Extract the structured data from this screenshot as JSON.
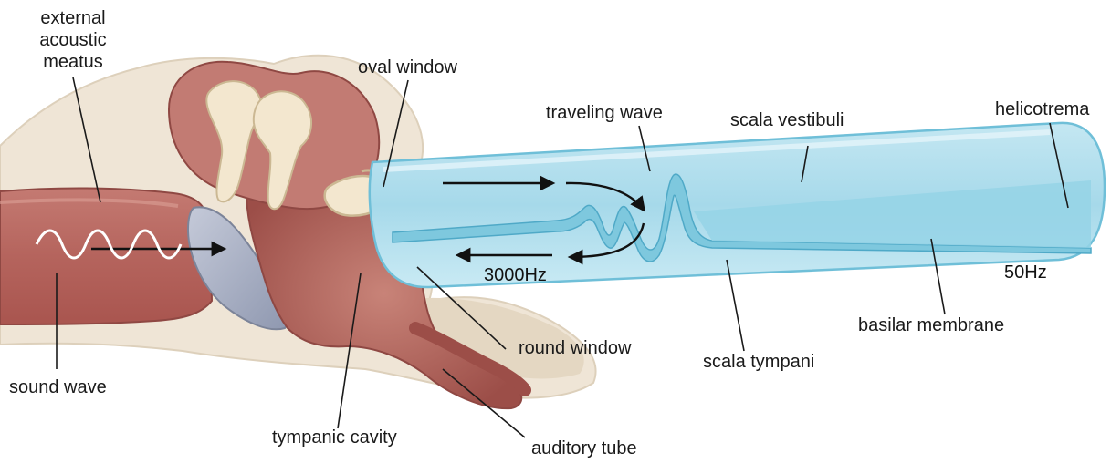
{
  "labels": {
    "external_acoustic_meatus": [
      "external",
      "acoustic",
      "meatus"
    ],
    "oval_window": "oval window",
    "traveling_wave": "traveling wave",
    "scala_vestibuli": "scala vestibuli",
    "helicotrema": "helicotrema",
    "freq_base": "3000Hz",
    "freq_apex": "50Hz",
    "round_window": "round window",
    "scala_tympani": "scala tympani",
    "basilar_membrane": "basilar membrane",
    "sound_wave": "sound wave",
    "tympanic_cavity": "tympanic cavity",
    "auditory_tube": "auditory tube"
  },
  "colors": {
    "bone": "#efe5d6",
    "bone_shadow": "#dccdb6",
    "tissue": "#b86a63",
    "tissue_dark": "#8f4843",
    "tissue_light": "#cf8f86",
    "cochlea_fill": "#a9dbea",
    "cochlea_edge": "#6fbfd8",
    "membrane": "#7ec8de",
    "eardrum": "#aab3c8",
    "ossicle": "#f3e7cf",
    "line": "#1a1a1a"
  }
}
